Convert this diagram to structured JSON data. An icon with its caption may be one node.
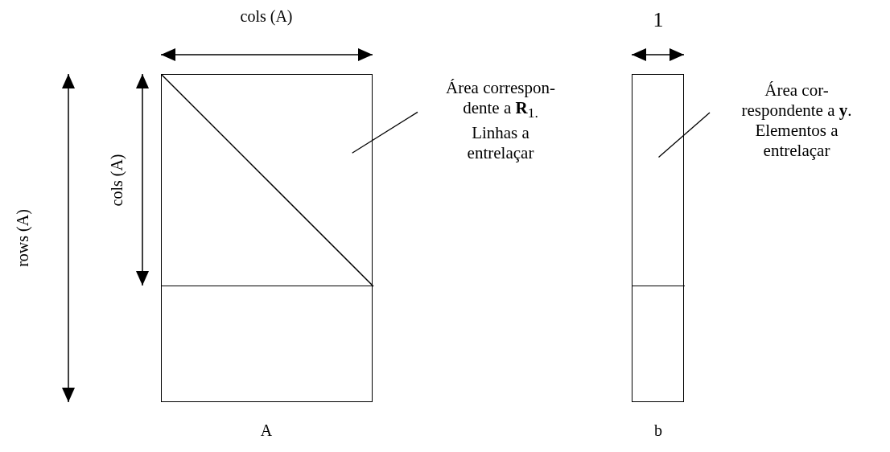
{
  "diagram": {
    "nodes": [
      {
        "text": [],
        "shape": "box",
        "beside": [
          "A"
        ]
      },
      {
        "text": [],
        "shape": "triangle",
        "in": 0
      },
      {
        "text": [],
        "shape": "box",
        "beside": [
          "b"
        ]
      },
      {
        "text": [],
        "shape": "box",
        "in": 2
      },
      {
        "text": [
          "Área correspon- dente a **R**$_{1.}$ Linhas a entrelaçar"
        ]
      },
      {
        "text": [
          "Área cor- respondente a **y**. Elementos a entrelaçar"
        ]
      }
    ],
    "edges": [
      {
        "from": 4,
        "to": 1,
        "arrow": "none"
      },
      {
        "from": 5,
        "to": 3,
        "arrow": "none"
      }
    ],
    "labels": [
      "cols (A)",
      "1",
      "rows (A)",
      "cols (A)"
    ]
  }
}
